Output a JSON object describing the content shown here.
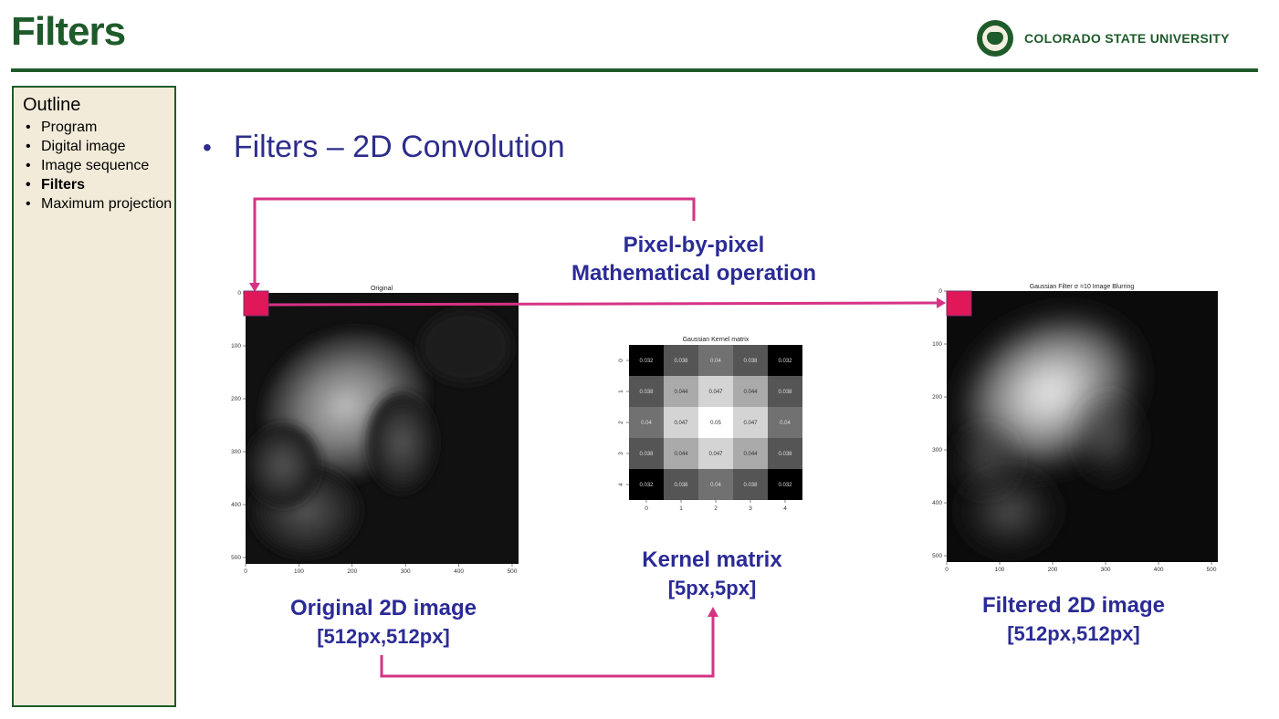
{
  "header": {
    "title": "Filters",
    "logo_text": "COLORADO STATE UNIVERSITY"
  },
  "sidebar": {
    "title": "Outline",
    "items": [
      {
        "label": "Program"
      },
      {
        "label": "Digital image"
      },
      {
        "label": "Image sequence"
      },
      {
        "label": "Filters"
      },
      {
        "label": "Maximum projection"
      }
    ]
  },
  "main": {
    "bullet": "Filters – 2D Convolution",
    "operation_label": {
      "line1": "Pixel-by-pixel",
      "line2": "Mathematical operation"
    },
    "original_caption": {
      "line1": "Original 2D image",
      "line2": "[512px,512px]"
    },
    "kernel_caption": {
      "line1": "Kernel matrix",
      "line2": "[5px,5px]"
    },
    "filtered_caption": {
      "line1": "Filtered 2D image",
      "line2": "[512px,512px]"
    }
  },
  "plots": {
    "original": {
      "title": "Original",
      "xticks": [
        "0",
        "100",
        "200",
        "300",
        "400",
        "500"
      ],
      "yticks": [
        "0",
        "100",
        "200",
        "300",
        "400",
        "500"
      ]
    },
    "kernel": {
      "title": "Gaussian Kernel matrix",
      "xticks": [
        "0",
        "1",
        "2",
        "3",
        "4"
      ],
      "yticks": [
        "0",
        "1",
        "2",
        "3",
        "4"
      ],
      "values": [
        [
          "0.032",
          "0.038",
          "0.04",
          "0.038",
          "0.032"
        ],
        [
          "0.038",
          "0.044",
          "0.047",
          "0.044",
          "0.038"
        ],
        [
          "0.04",
          "0.047",
          "0.05",
          "0.047",
          "0.04"
        ],
        [
          "0.038",
          "0.044",
          "0.047",
          "0.044",
          "0.038"
        ],
        [
          "0.032",
          "0.038",
          "0.04",
          "0.038",
          "0.032"
        ]
      ]
    },
    "filtered": {
      "title": "Gaussian Filter σ =10 Image Blurring",
      "xticks": [
        "0",
        "100",
        "200",
        "300",
        "400",
        "500"
      ],
      "yticks": [
        "0",
        "100",
        "200",
        "300",
        "400",
        "500"
      ]
    }
  },
  "colors": {
    "accent_green": "#1e5b2a",
    "arrow_pink": "#d63384",
    "marker_red": "#e0185a",
    "label_blue": "#2b2b96"
  }
}
